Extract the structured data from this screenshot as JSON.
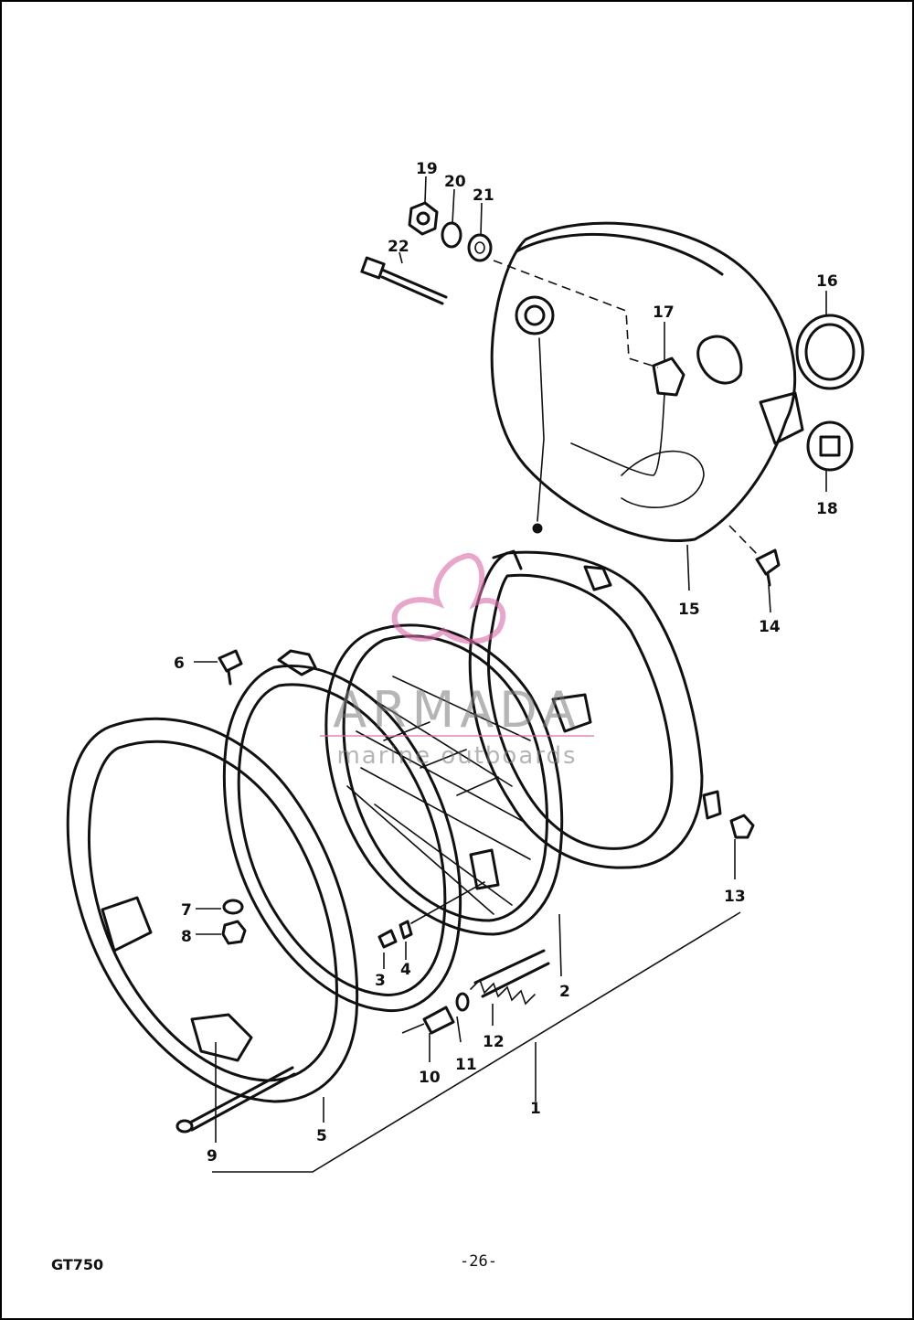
{
  "page": {
    "model_code": "GT750",
    "page_number": "-26-"
  },
  "watermark": {
    "brand": "ARMADA",
    "subtitle": "marine outboards",
    "color": "#d86aa6"
  },
  "diagram": {
    "callouts": [
      "1",
      "2",
      "3",
      "4",
      "5",
      "6",
      "7",
      "8",
      "9",
      "10",
      "11",
      "12",
      "13",
      "14",
      "15",
      "16",
      "17",
      "18",
      "19",
      "20",
      "21",
      "22"
    ]
  }
}
